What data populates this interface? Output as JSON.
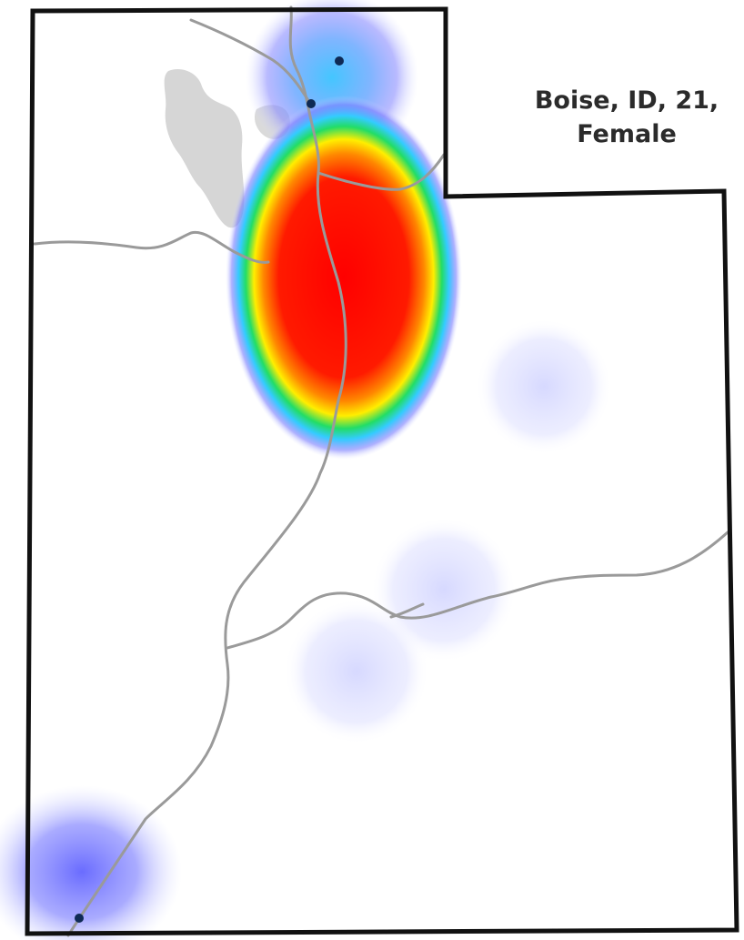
{
  "map": {
    "region": "Utah",
    "colors": {
      "border": "#111111",
      "roads": "#9a9a9a",
      "lake": "#d6d6d6",
      "city_dot": "#0f2a55",
      "heat_ramp": [
        "#ffffff",
        "#d8dbff",
        "#7a7dff",
        "#33ccff",
        "#22dd66",
        "#ffee00",
        "#ff8800",
        "#ff0000"
      ]
    },
    "hotspots": [
      {
        "name": "salt-lake-core",
        "intensity": 1.0
      },
      {
        "name": "north-cluster",
        "intensity": 0.45
      },
      {
        "name": "east-uinta",
        "intensity": 0.12
      },
      {
        "name": "central-east",
        "intensity": 0.12
      },
      {
        "name": "central",
        "intensity": 0.12
      },
      {
        "name": "st-george",
        "intensity": 0.4
      }
    ]
  },
  "caption": {
    "line1": "Boise, ID, 21,",
    "line2": "Female"
  }
}
